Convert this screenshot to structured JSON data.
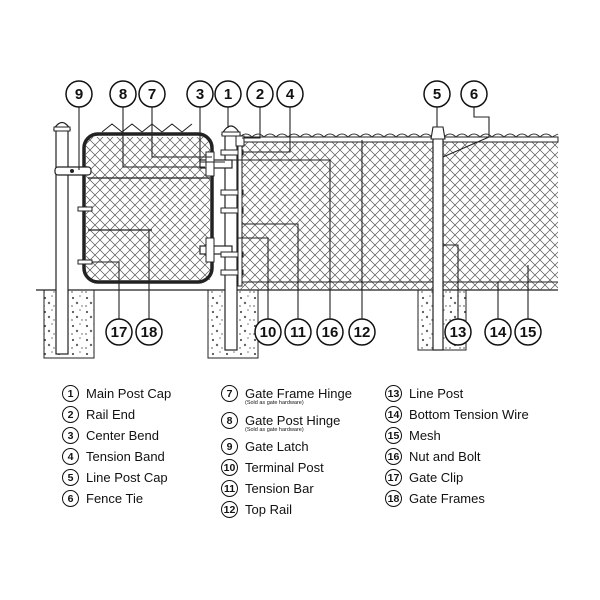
{
  "callouts": [
    "9",
    "8",
    "7",
    "3",
    "1",
    "2",
    "4",
    "5",
    "6",
    "17",
    "18",
    "10",
    "11",
    "16",
    "12",
    "13",
    "14",
    "15"
  ],
  "legend": {
    "col1": [
      {
        "num": "1",
        "label": "Main Post Cap"
      },
      {
        "num": "2",
        "label": "Rail End"
      },
      {
        "num": "3",
        "label": "Center Bend"
      },
      {
        "num": "4",
        "label": "Tension Band"
      },
      {
        "num": "5",
        "label": "Line Post Cap"
      },
      {
        "num": "6",
        "label": "Fence Tie"
      }
    ],
    "col2": [
      {
        "num": "7",
        "label": "Gate Frame Hinge",
        "note": "(Sold as gate hardware)"
      },
      {
        "num": "8",
        "label": "Gate Post Hinge",
        "note": "(Sold as gate hardware)"
      },
      {
        "num": "9",
        "label": "Gate Latch"
      },
      {
        "num": "10",
        "label": "Terminal Post"
      },
      {
        "num": "11",
        "label": "Tension Bar"
      },
      {
        "num": "12",
        "label": "Top Rail"
      }
    ],
    "col3": [
      {
        "num": "13",
        "label": "Line Post"
      },
      {
        "num": "14",
        "label": "Bottom Tension Wire"
      },
      {
        "num": "15",
        "label": "Mesh"
      },
      {
        "num": "16",
        "label": "Nut and Bolt"
      },
      {
        "num": "17",
        "label": "Gate Clip"
      },
      {
        "num": "18",
        "label": "Gate Frames"
      }
    ]
  }
}
